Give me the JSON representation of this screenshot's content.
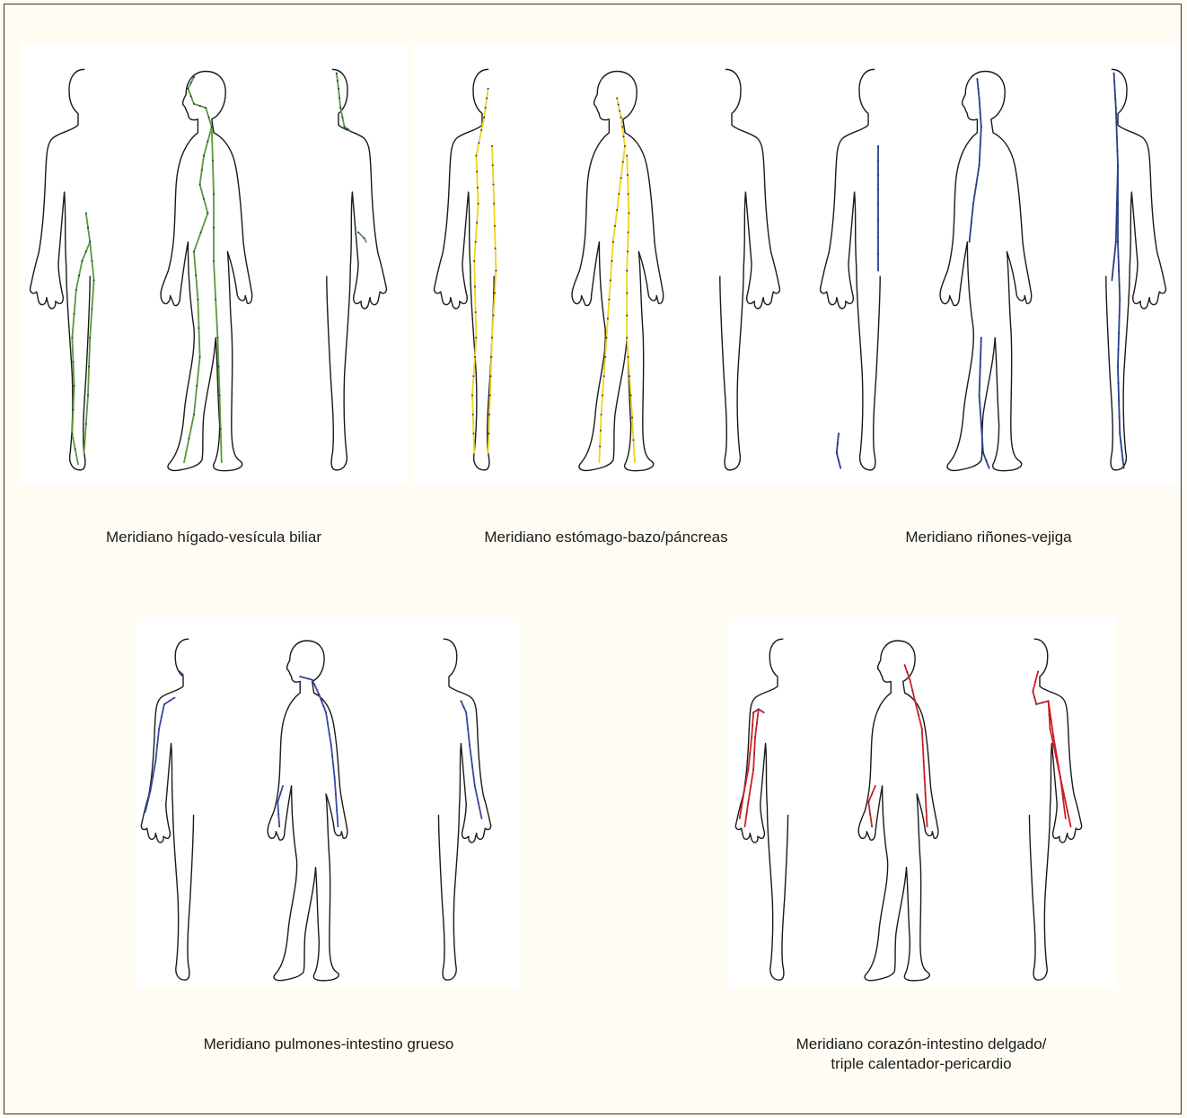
{
  "colors": {
    "background": "#fffdf3",
    "gallbladder_liver": "#5a9a3a",
    "stomach_spleen": "#f2d21a",
    "kidney_bladder": "#2c3f8a",
    "lung_intestine": "#3a4aa8",
    "heart_triple": "#d42020",
    "points": "#1e2f7a"
  },
  "panels": [
    {
      "id": "liver-gallbladder",
      "caption": "Meridiano hígado-vesícula biliar",
      "meridian_color": "#5a9a3a"
    },
    {
      "id": "stomach-spleen",
      "caption": "Meridiano estómago-bazo/páncreas",
      "meridian_color": "#f2d21a"
    },
    {
      "id": "kidney-bladder",
      "caption": "Meridiano riñones-vejiga",
      "meridian_color": "#2c3f8a"
    },
    {
      "id": "lung-large-intestine",
      "caption": "Meridiano pulmones-intestino grueso",
      "meridian_color": "#3a4aa8"
    },
    {
      "id": "heart-small-intestine",
      "caption_line1": "Meridiano corazón-intestino delgado/",
      "caption_line2": "triple calentador-pericardio",
      "meridian_color": "#d42020"
    }
  ]
}
